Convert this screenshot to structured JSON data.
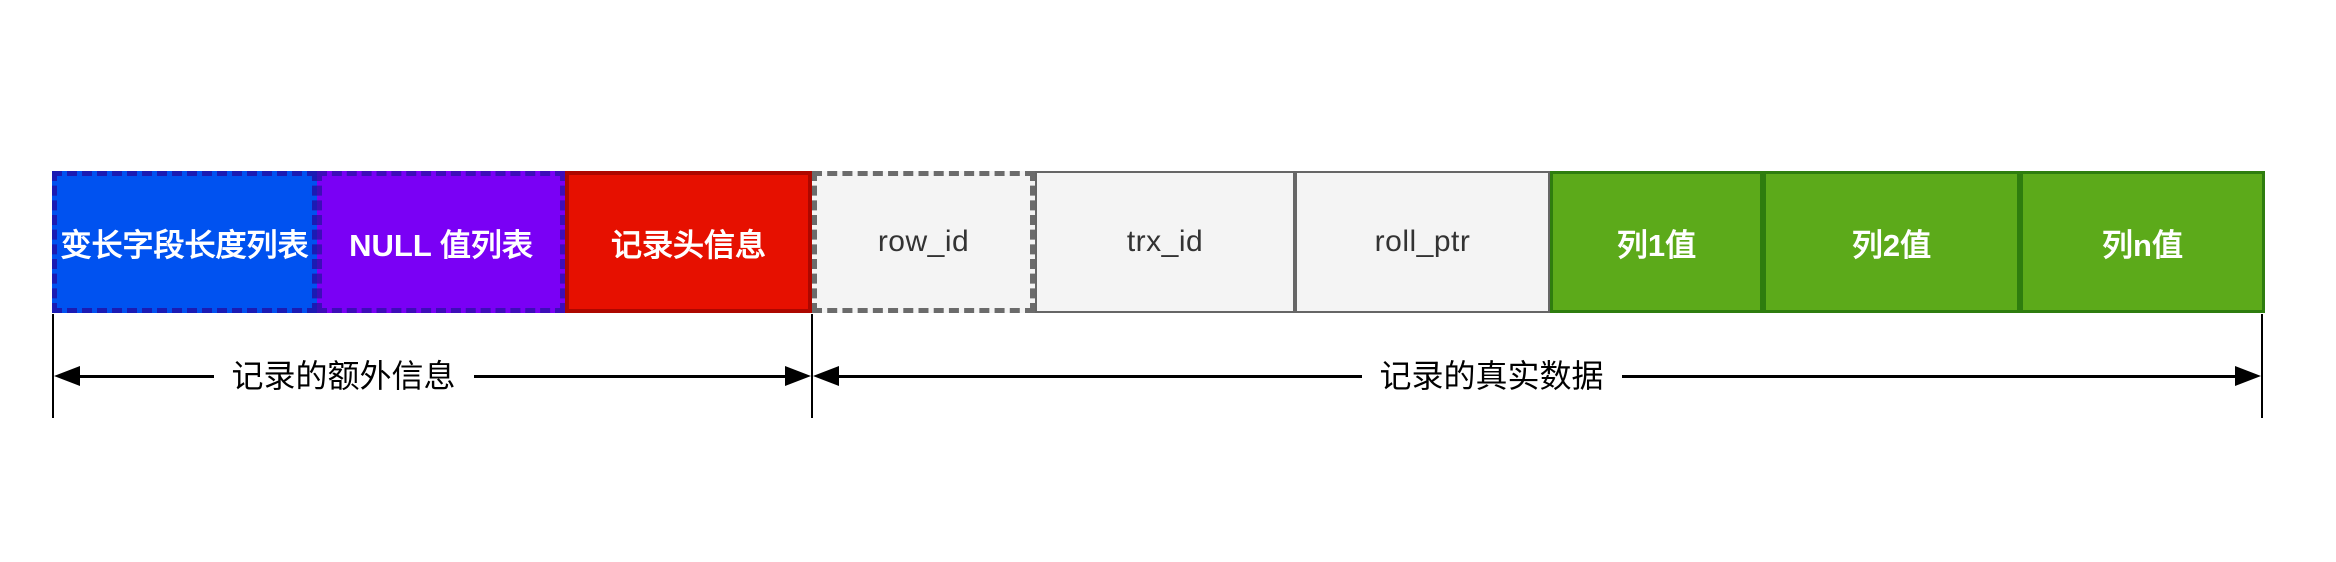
{
  "diagram": {
    "background": "#FFFFFF",
    "record_row": {
      "segments": [
        {
          "name": "variable-length-field-list",
          "label": "变长字段长度列表",
          "fill": "#0052F0",
          "border_color": "#1B1BB3",
          "border_style": "dashed",
          "text_color": "#FFFFFF"
        },
        {
          "name": "null-value-list",
          "label": "NULL 值列表",
          "fill": "#7A00F5",
          "border_color": "#3D0DB8",
          "border_style": "dashed",
          "text_color": "#FFFFFF"
        },
        {
          "name": "record-header-info",
          "label": "记录头信息",
          "fill": "#E61000",
          "border_color": "#AD0700",
          "border_style": "solid",
          "text_color": "#FFFFFF"
        },
        {
          "name": "row-id",
          "label": "row_id",
          "fill": "#F4F4F4",
          "border_color": "#6B6B6B",
          "border_style": "dashed",
          "text_color": "#333333"
        },
        {
          "name": "trx-id",
          "label": "trx_id",
          "fill": "#F4F4F4",
          "border_color": "#666666",
          "border_style": "solid",
          "text_color": "#333333"
        },
        {
          "name": "roll-ptr",
          "label": "roll_ptr",
          "fill": "#F4F4F4",
          "border_color": "#666666",
          "border_style": "solid",
          "text_color": "#333333"
        },
        {
          "name": "column-1-value",
          "label": "列1值",
          "fill": "#5CAA1A",
          "border_color": "#2E7D0E",
          "border_style": "solid",
          "text_color": "#FFFFFF"
        },
        {
          "name": "column-2-value",
          "label": "列2值",
          "fill": "#5CAA1A",
          "border_color": "#2E7D0E",
          "border_style": "solid",
          "text_color": "#FFFFFF"
        },
        {
          "name": "column-n-value",
          "label": "列n值",
          "fill": "#5CAA1A",
          "border_color": "#2E7D0E",
          "border_style": "solid",
          "text_color": "#FFFFFF"
        }
      ]
    },
    "measure_spans": [
      {
        "name": "record-extra-info",
        "label": "记录的额外信息"
      },
      {
        "name": "record-real-data",
        "label": "记录的真实数据"
      }
    ],
    "arrow_color": "#000000"
  }
}
